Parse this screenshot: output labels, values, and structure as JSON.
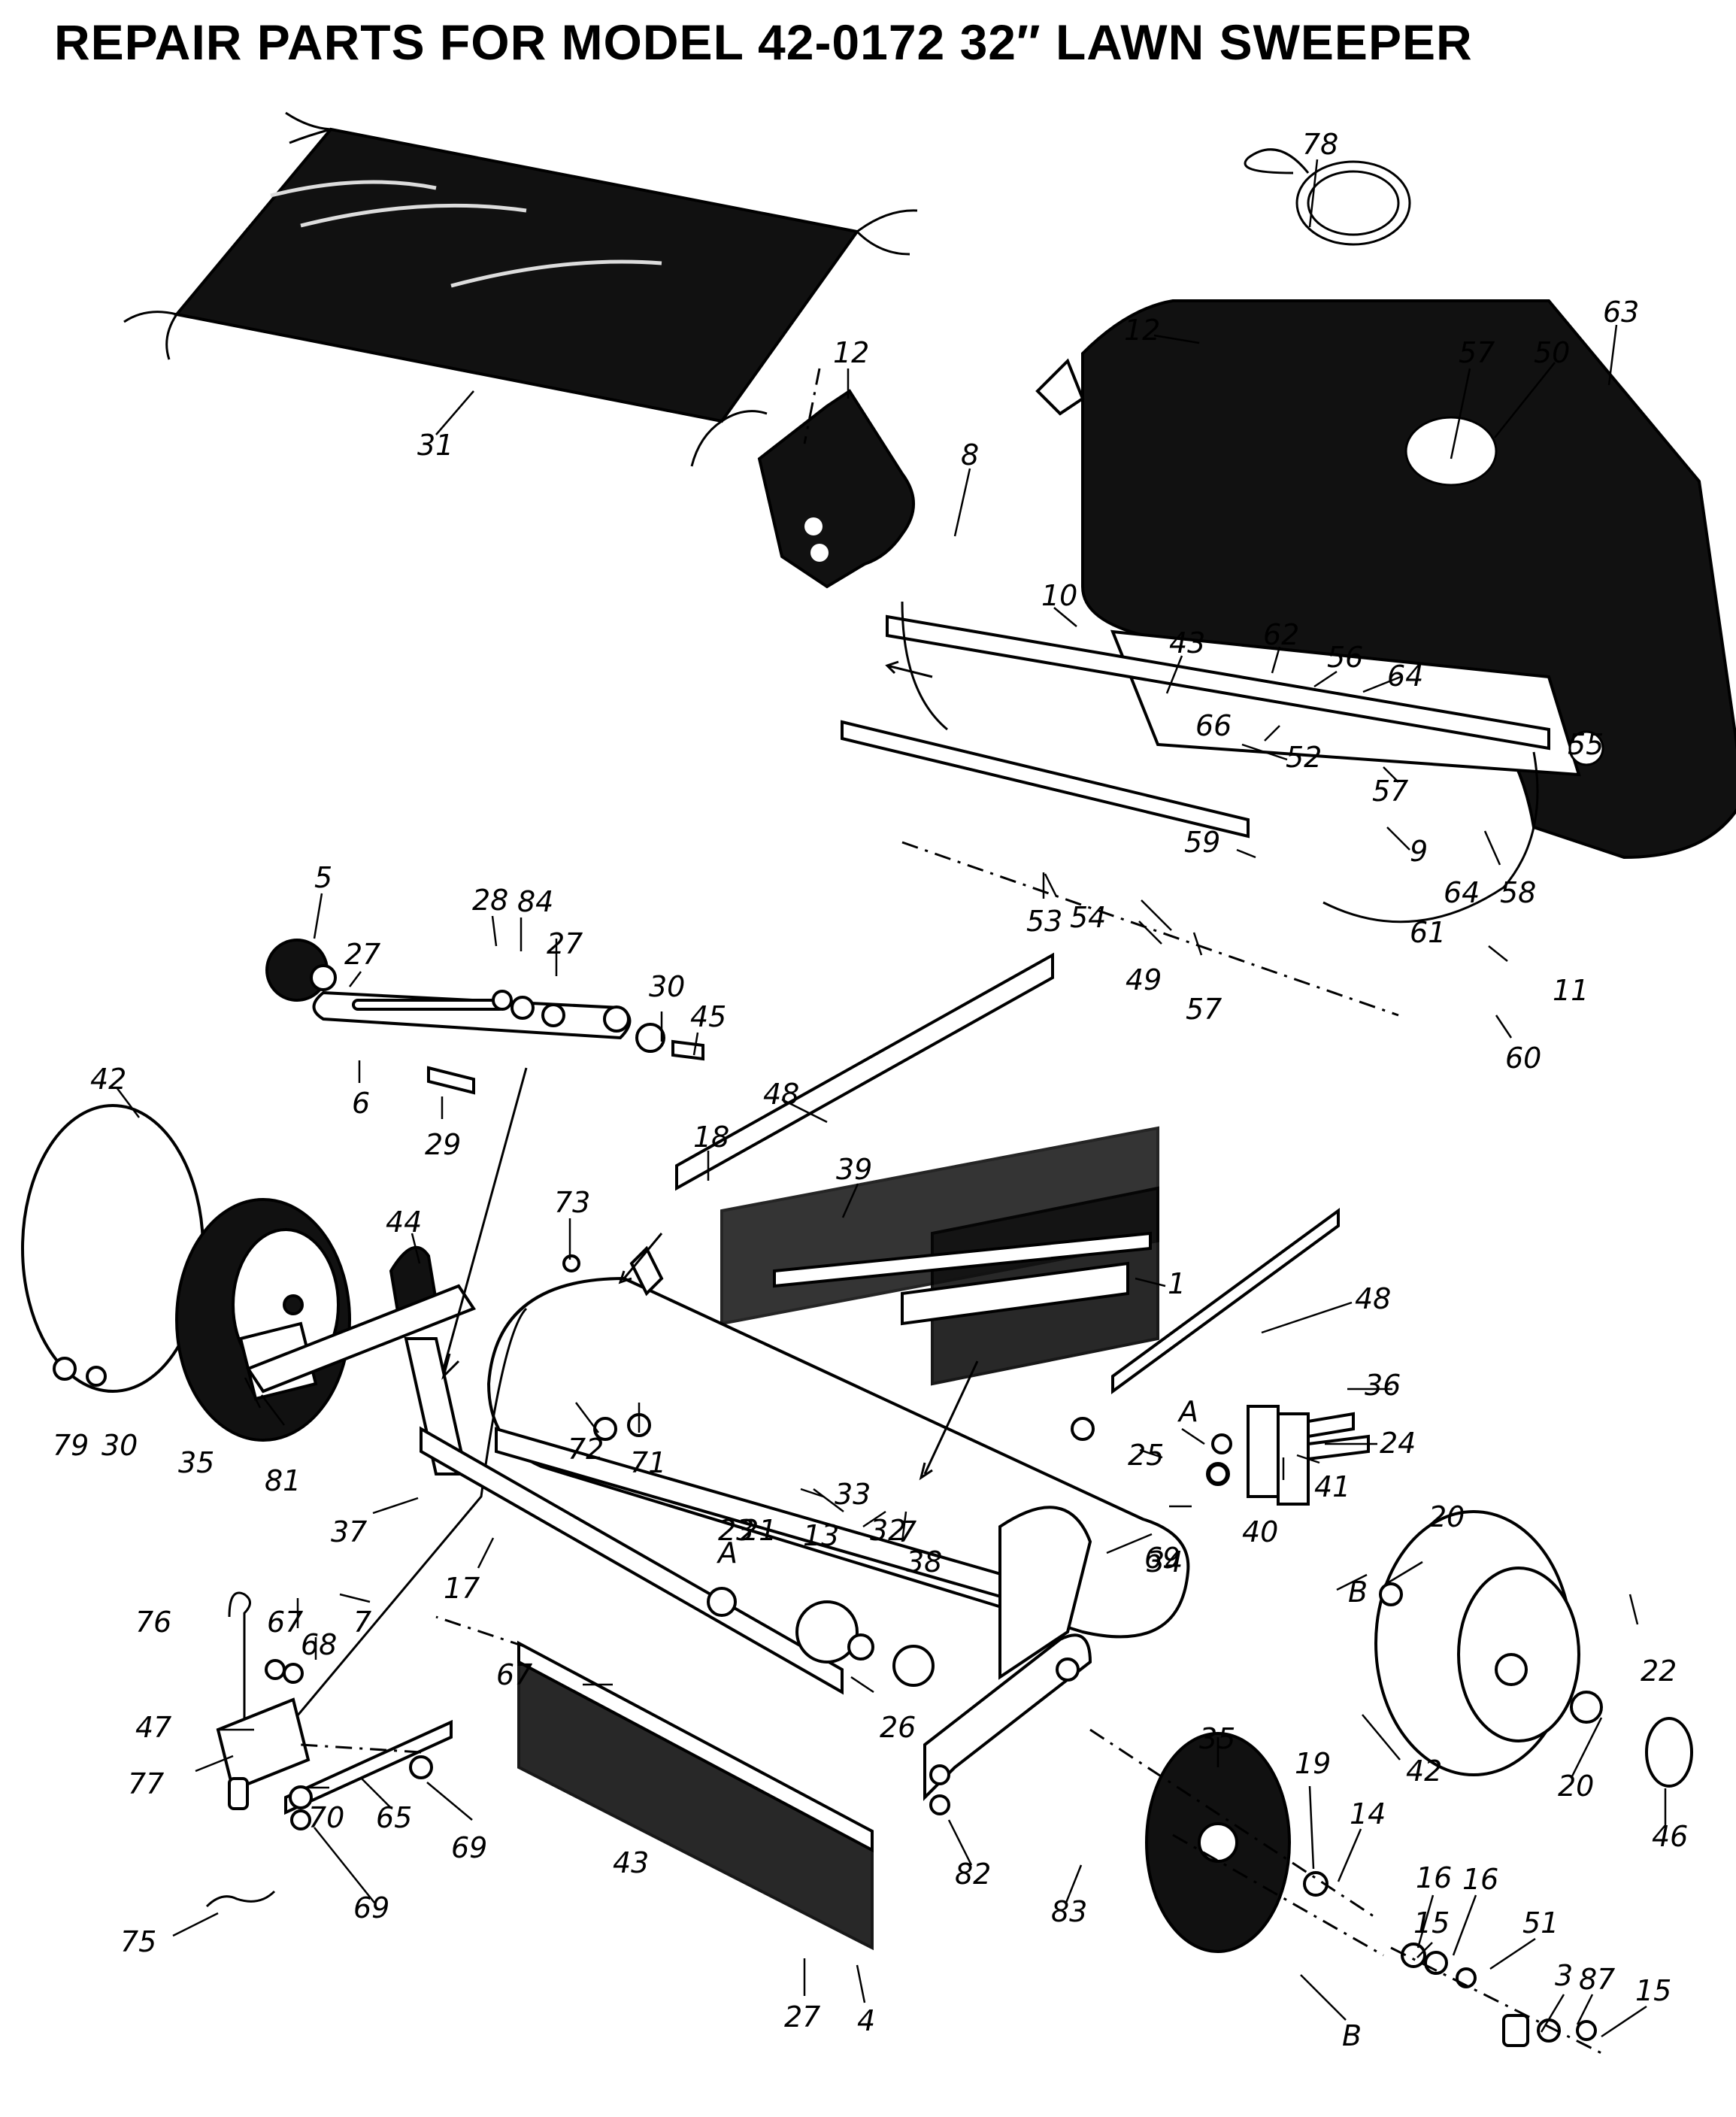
{
  "title": "REPAIR PARTS FOR MODEL 42-0172 32″ LAWN SWEEPER",
  "callouts": [
    {
      "id": "c78",
      "label": "78"
    },
    {
      "id": "c12a",
      "label": "12"
    },
    {
      "id": "c63",
      "label": "63"
    },
    {
      "id": "c57a",
      "label": "57"
    },
    {
      "id": "c50",
      "label": "50"
    },
    {
      "id": "c12b",
      "label": "12"
    },
    {
      "id": "c8",
      "label": "8"
    },
    {
      "id": "c31",
      "label": "31"
    },
    {
      "id": "c10",
      "label": "10"
    },
    {
      "id": "c43a",
      "label": "43"
    },
    {
      "id": "c62",
      "label": "62"
    },
    {
      "id": "c56",
      "label": "56"
    },
    {
      "id": "c64a",
      "label": "64"
    },
    {
      "id": "c66",
      "label": "66"
    },
    {
      "id": "c52",
      "label": "52"
    },
    {
      "id": "c57b",
      "label": "57"
    },
    {
      "id": "c55",
      "label": "55"
    },
    {
      "id": "c59",
      "label": "59"
    },
    {
      "id": "c9",
      "label": "9"
    },
    {
      "id": "c64b",
      "label": "64"
    },
    {
      "id": "c58",
      "label": "58"
    },
    {
      "id": "c53",
      "label": "53"
    },
    {
      "id": "c54",
      "label": "54"
    },
    {
      "id": "c61",
      "label": "61"
    },
    {
      "id": "c49",
      "label": "49"
    },
    {
      "id": "c57c",
      "label": "57"
    },
    {
      "id": "c11",
      "label": "11"
    },
    {
      "id": "c60",
      "label": "60"
    },
    {
      "id": "c5",
      "label": "5"
    },
    {
      "id": "c27a",
      "label": "27"
    },
    {
      "id": "c28",
      "label": "28"
    },
    {
      "id": "c84",
      "label": "84"
    },
    {
      "id": "c27b",
      "label": "27"
    },
    {
      "id": "c30a",
      "label": "30"
    },
    {
      "id": "c45",
      "label": "45"
    },
    {
      "id": "c6",
      "label": "6"
    },
    {
      "id": "c29",
      "label": "29"
    },
    {
      "id": "c42a",
      "label": "42"
    },
    {
      "id": "c48a",
      "label": "48"
    },
    {
      "id": "c18",
      "label": "18"
    },
    {
      "id": "c39",
      "label": "39"
    },
    {
      "id": "c73",
      "label": "73"
    },
    {
      "id": "c44",
      "label": "44"
    },
    {
      "id": "c1",
      "label": "1"
    },
    {
      "id": "c48b",
      "label": "48"
    },
    {
      "id": "c36",
      "label": "36"
    },
    {
      "id": "c24",
      "label": "24"
    },
    {
      "id": "cA1",
      "label": "A"
    },
    {
      "id": "c25",
      "label": "25"
    },
    {
      "id": "c41",
      "label": "41"
    },
    {
      "id": "c40",
      "label": "40"
    },
    {
      "id": "c79",
      "label": "79"
    },
    {
      "id": "c30b",
      "label": "30"
    },
    {
      "id": "c35a",
      "label": "35"
    },
    {
      "id": "c81",
      "label": "81"
    },
    {
      "id": "c72",
      "label": "72"
    },
    {
      "id": "c71",
      "label": "71"
    },
    {
      "id": "c37",
      "label": "37"
    },
    {
      "id": "c17",
      "label": "17"
    },
    {
      "id": "c13",
      "label": "13"
    },
    {
      "id": "c33",
      "label": "33"
    },
    {
      "id": "c23",
      "label": "23"
    },
    {
      "id": "c21",
      "label": "21"
    },
    {
      "id": "cA2",
      "label": "A"
    },
    {
      "id": "c32",
      "label": "32"
    },
    {
      "id": "c7a",
      "label": "7"
    },
    {
      "id": "c38",
      "label": "38"
    },
    {
      "id": "c69a",
      "label": "69"
    },
    {
      "id": "c20a",
      "label": "20"
    },
    {
      "id": "cB1",
      "label": "B"
    },
    {
      "id": "c7b",
      "label": "7"
    },
    {
      "id": "c76",
      "label": "76"
    },
    {
      "id": "c67a",
      "label": "67"
    },
    {
      "id": "c68",
      "label": "68"
    },
    {
      "id": "c67b",
      "label": "67"
    },
    {
      "id": "c34",
      "label": "34"
    },
    {
      "id": "c22",
      "label": "22"
    },
    {
      "id": "c47",
      "label": "47"
    },
    {
      "id": "c77",
      "label": "77"
    },
    {
      "id": "c65",
      "label": "65"
    },
    {
      "id": "c70",
      "label": "70"
    },
    {
      "id": "c69b",
      "label": "69"
    },
    {
      "id": "c69c",
      "label": "69"
    },
    {
      "id": "c26",
      "label": "26"
    },
    {
      "id": "c35b",
      "label": "35"
    },
    {
      "id": "c42b",
      "label": "42"
    },
    {
      "id": "c20b",
      "label": "20"
    },
    {
      "id": "c46",
      "label": "46"
    },
    {
      "id": "c43b",
      "label": "43"
    },
    {
      "id": "c82",
      "label": "82"
    },
    {
      "id": "c19",
      "label": "19"
    },
    {
      "id": "c14",
      "label": "14"
    },
    {
      "id": "c75",
      "label": "75"
    },
    {
      "id": "c83",
      "label": "83"
    },
    {
      "id": "c16a",
      "label": "16"
    },
    {
      "id": "c15a",
      "label": "15"
    },
    {
      "id": "c16b",
      "label": "16"
    },
    {
      "id": "c51",
      "label": "51"
    },
    {
      "id": "c3",
      "label": "3"
    },
    {
      "id": "c87",
      "label": "87"
    },
    {
      "id": "c15b",
      "label": "15"
    },
    {
      "id": "c27c",
      "label": "27"
    },
    {
      "id": "c4",
      "label": "4"
    },
    {
      "id": "cB2",
      "label": "B"
    }
  ]
}
